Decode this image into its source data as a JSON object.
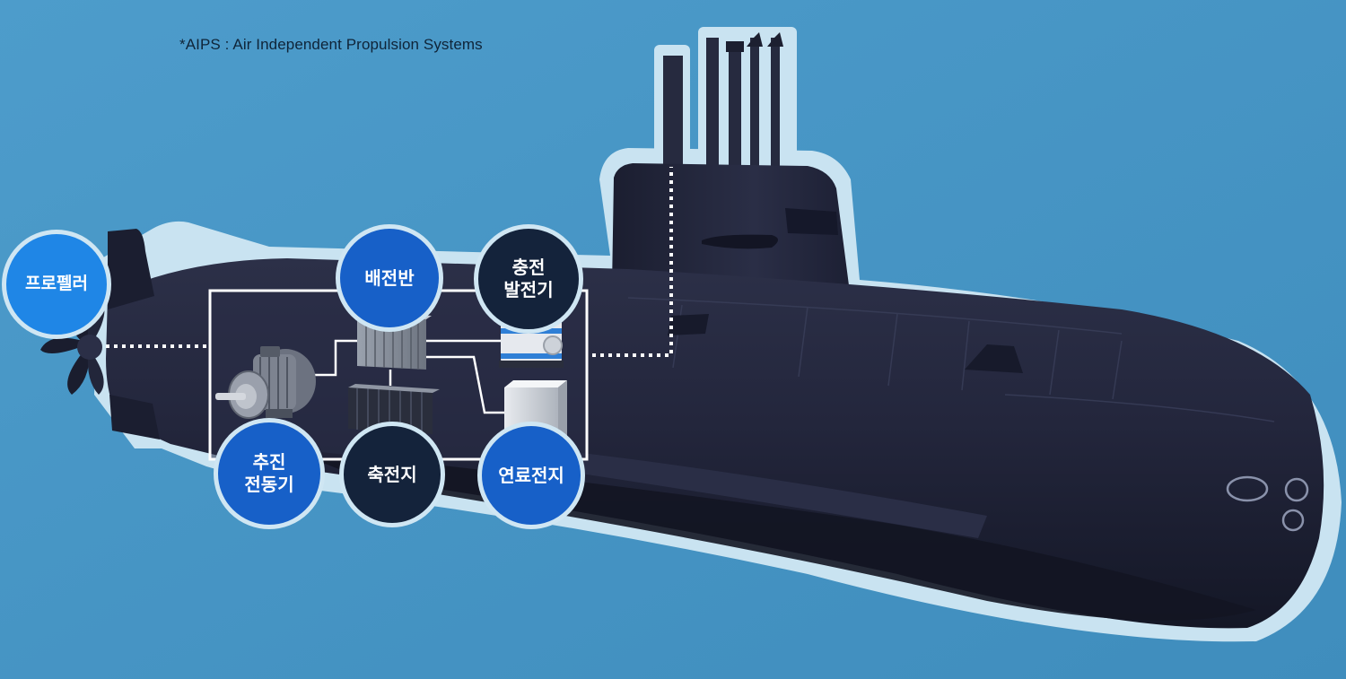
{
  "footnote": "*AIPS : Air Independent Propulsion Systems",
  "colors": {
    "background": "#4a97c6",
    "hull": "#23263c",
    "hull_dark": "#171a2b",
    "bubble_blue": "#1760c8",
    "bubble_navy": "#14233b",
    "bubble_light_blue": "#1f86e6",
    "outline": "#cfe6f3"
  },
  "components": {
    "propeller": {
      "label": "프로펠러",
      "icon": "propeller-icon"
    },
    "switchboard": {
      "label": "배전반",
      "icon": "switchboard-cabinet-icon"
    },
    "charging_generator": {
      "label_line1": "충전",
      "label_line2": "발전기",
      "icon": "generator-icon"
    },
    "propulsion_motor": {
      "label_line1": "추진",
      "label_line2": "전동기",
      "icon": "electric-motor-icon"
    },
    "battery": {
      "label": "축전지",
      "icon": "battery-bank-icon"
    },
    "fuel_cell": {
      "label": "연료전지",
      "icon": "fuel-cell-icon"
    }
  }
}
